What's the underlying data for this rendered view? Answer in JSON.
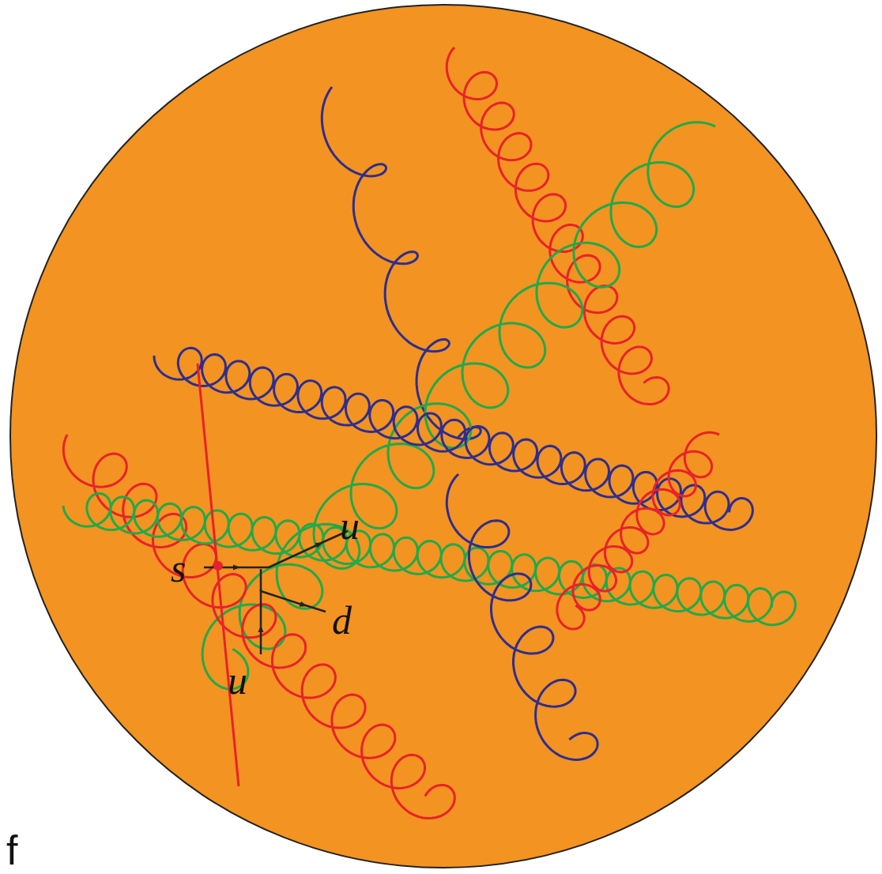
{
  "diagram": {
    "labels": [
      "s",
      "u",
      "d",
      "u",
      "f"
    ]
  }
}
